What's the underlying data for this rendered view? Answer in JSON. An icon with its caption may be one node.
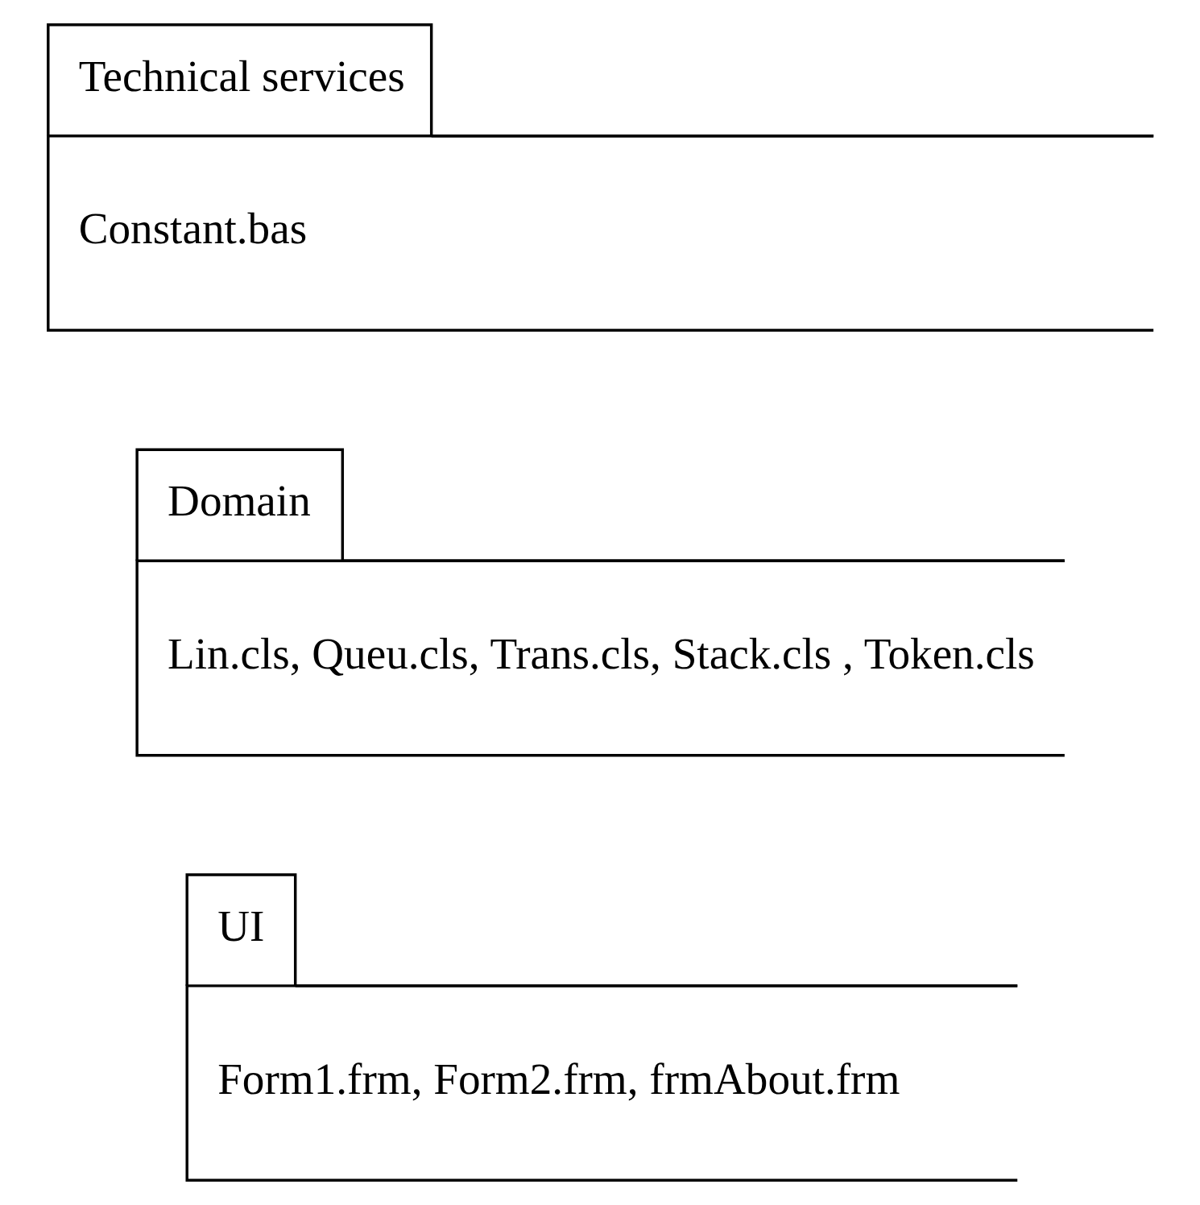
{
  "diagram": {
    "nodes": [
      {
        "text": [
          "UI",
          "Form1.frm, Form2.frm, frmAbout.frm"
        ]
      },
      {
        "text": [
          "Domain",
          "Lin.cls, Queu.cls, Trans.cls, Stack.cls , Token.cls"
        ]
      },
      {
        "text": [
          "Technical services",
          "Constant.bas"
        ]
      }
    ]
  }
}
